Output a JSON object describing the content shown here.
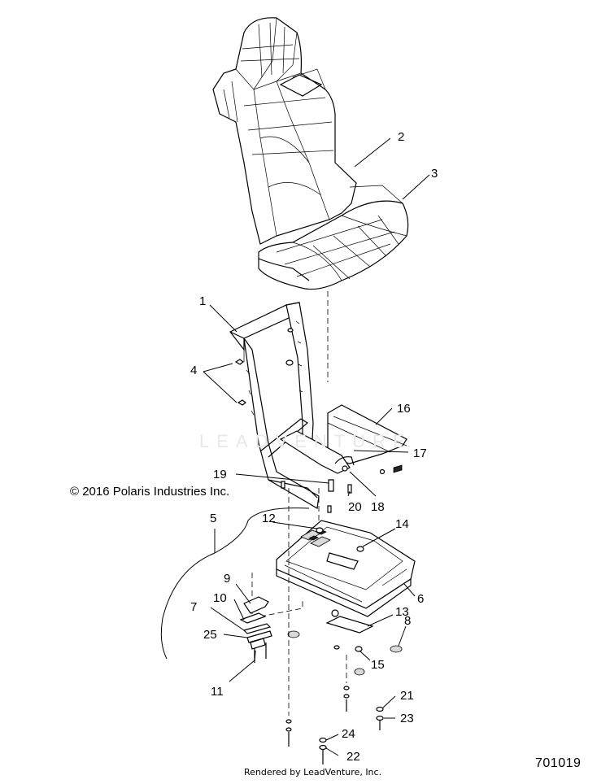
{
  "copyright": "© 2016 Polaris Industries Inc.",
  "drawing_number": "701019",
  "rendered_by": "Rendered by LeadVenture, Inc.",
  "watermark": "LEADVENTURE",
  "callouts": [
    "1",
    "2",
    "3",
    "4",
    "5",
    "6",
    "7",
    "8",
    "9",
    "10",
    "11",
    "12",
    "13",
    "14",
    "15",
    "16",
    "17",
    "18",
    "19",
    "20",
    "21",
    "22",
    "23",
    "24",
    "25"
  ],
  "parts": {
    "seat_back": "seat-back-cushion",
    "seat_bottom": "seat-bottom-cushion",
    "seat_frame": "seat-frame",
    "seat_base": "seat-base-slider"
  }
}
